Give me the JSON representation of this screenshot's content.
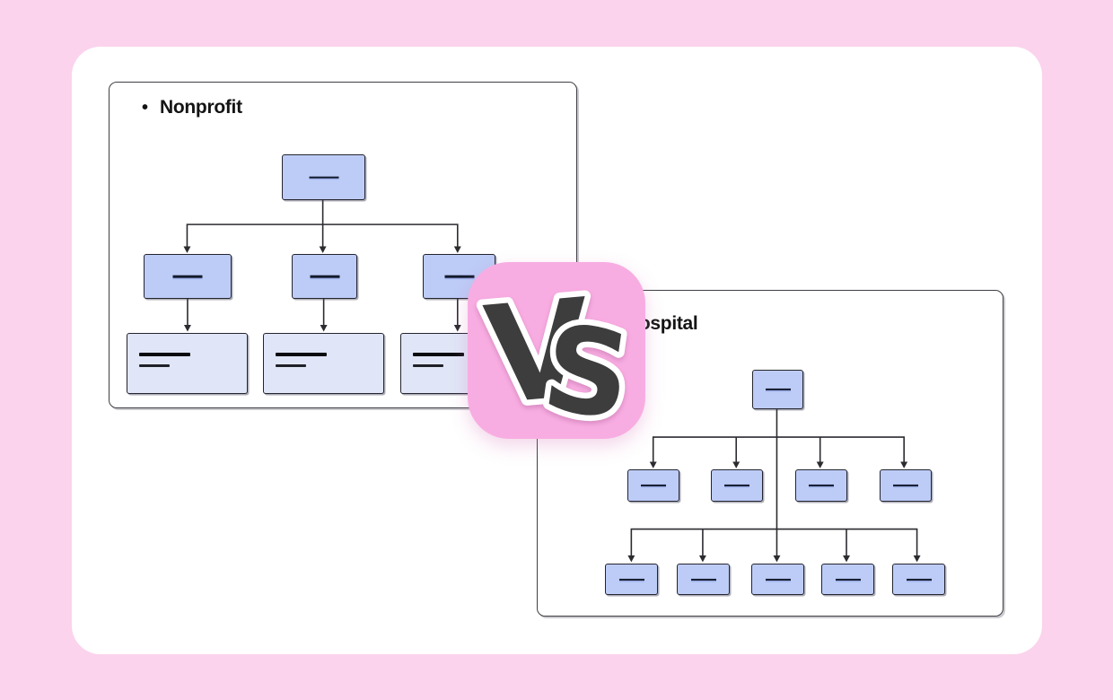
{
  "colors": {
    "page_bg": "#fbd3ec",
    "card_bg": "#ffffff",
    "panel_border": "#3f3f46",
    "title_color": "#141414",
    "node_fill": "#bdccf7",
    "node_fill_light": "#e0e6f7",
    "node_border": "#24242e",
    "dash_color": "#131a2c",
    "connector": "#2b2b30",
    "badge_bg": "#f8ade2",
    "vs_fill": "#3d3d3d",
    "vs_outline": "#ffffff"
  },
  "panels": {
    "left": {
      "bullet": "•",
      "title": "Nonprofit"
    },
    "right": {
      "bullet": "•",
      "title": "Hospital"
    }
  },
  "vs_badge": {
    "label": "VS",
    "letters": [
      "V",
      "S"
    ]
  },
  "diagram": {
    "left": {
      "type": "org_chart",
      "title": "Nonprofit",
      "levels": [
        {
          "nodes": 1,
          "style": "filled_placeholder"
        },
        {
          "nodes": 3,
          "style": "filled_placeholder"
        },
        {
          "nodes": 3,
          "style": "light_detail_card"
        }
      ],
      "edges": "root branches to 3 children; each child points to 1 detail card"
    },
    "right": {
      "type": "org_chart",
      "title": "Hospital",
      "levels": [
        {
          "nodes": 1,
          "style": "filled_placeholder"
        },
        {
          "nodes": 4,
          "style": "filled_placeholder"
        },
        {
          "nodes": 5,
          "style": "filled_placeholder"
        }
      ],
      "edges": "root branches to 4 children on level 2 and directly to 5 nodes on level 3 via a second branch line"
    }
  }
}
